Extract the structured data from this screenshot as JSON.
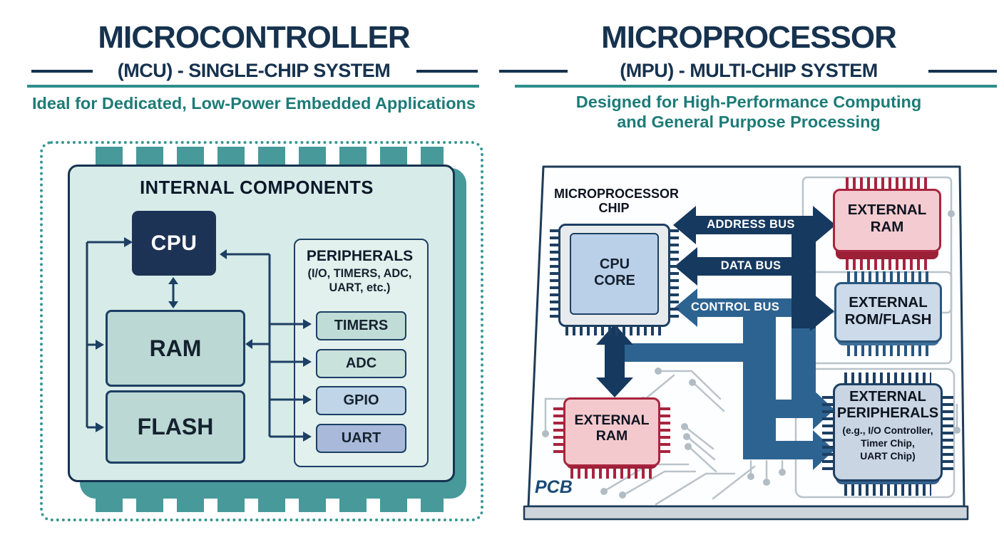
{
  "colors": {
    "navy": "#16324e",
    "teal_accent": "#2d8e8b",
    "teal_text": "#1d7b77",
    "chip_teal": "#47999a",
    "dark_bus": "#16395f",
    "steel_bus": "#2d6390",
    "crimson": "#a8243e",
    "pink_chip": "#f4cbd0",
    "blue_chip": "#ccdae9"
  },
  "left": {
    "title": "MICROCONTROLLER",
    "subtitle": "(MCU) - SINGLE-CHIP SYSTEM",
    "tagline": "Ideal for Dedicated, Low-Power Embedded Applications",
    "panel_heading": "INTERNAL COMPONENTS",
    "cpu_label": "CPU",
    "ram_label": "RAM",
    "flash_label": "FLASH",
    "peripherals_title": "PERIPHERALS",
    "peripherals_subtitle": "(I/O, TIMERS, ADC,\nUART, etc.)",
    "peripheral_items": [
      {
        "label": "TIMERS"
      },
      {
        "label": "ADC"
      },
      {
        "label": "GPIO"
      },
      {
        "label": "UART"
      }
    ]
  },
  "right": {
    "title": "MICROPROCESSOR",
    "subtitle": "(MPU) - MULTI-CHIP SYSTEM",
    "tagline": "Designed for High-Performance Computing\nand General Purpose Processing",
    "chip_label": "MICROPROCESSOR\nCHIP",
    "cpu_core_label": "CPU\nCORE",
    "address_bus_label": "ADDRESS BUS",
    "data_bus_label": "DATA BUS",
    "control_bus_label": "CONTROL BUS",
    "external_ram_label": "EXTERNAL\nRAM",
    "external_rom_label": "EXTERNAL\nROM/FLASH",
    "external_peripherals_title": "EXTERNAL\nPERIPHERALS",
    "external_peripherals_subtitle": "(e.g., I/O Controller,\nTimer Chip,\nUART Chip)",
    "external_ram_bottom_label": "EXTERNAL\nRAM",
    "pcb_label": "PCB"
  }
}
